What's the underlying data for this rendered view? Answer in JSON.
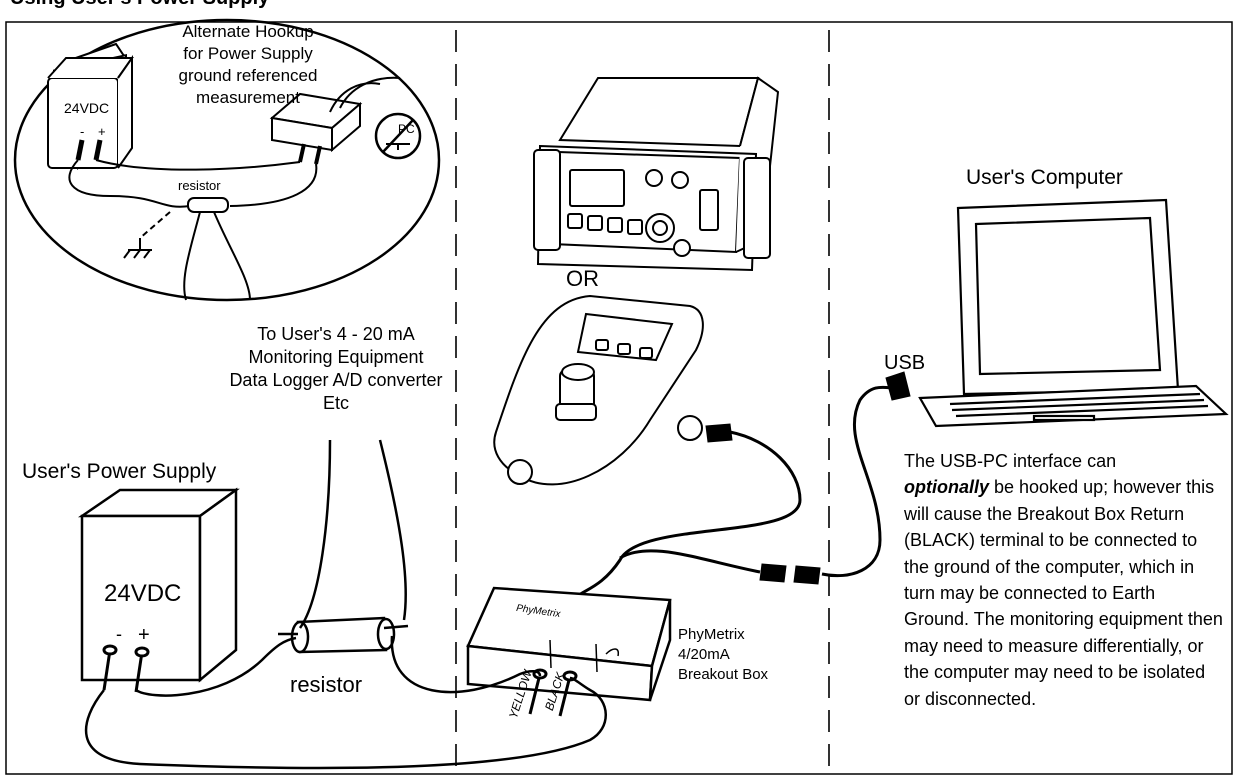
{
  "figure_title": "Using User's Power Supply",
  "inset": {
    "hookup_lines": [
      "Alternate Hookup",
      "for Power Supply",
      "ground referenced",
      "measurement"
    ],
    "power_label": "24VDC",
    "terminal_minus": "-",
    "terminal_plus": "+",
    "resistor_label": "resistor",
    "no_pc_label": "PC"
  },
  "device": {
    "or_label": "OR",
    "breakout_label_lines": [
      "PhyMetrix",
      "4/20mA",
      "Breakout Box"
    ],
    "brand_text": "PhyMetrix",
    "terminal_yellow": "YELLOW",
    "terminal_black": "BLACK"
  },
  "monitoring": {
    "lines": [
      "To User's 4 - 20 mA",
      "Monitoring Equipment",
      "Data Logger A/D converter",
      "Etc"
    ]
  },
  "power_supply": {
    "title": "User's Power Supply",
    "voltage": "24VDC",
    "minus": "-",
    "plus": "+",
    "resistor_label": "resistor"
  },
  "computer": {
    "title": "User's Computer",
    "usb_label": "USB"
  },
  "note": {
    "lead": "The USB-PC interface can",
    "emphasis": "optionally",
    "text": "be hooked up; however this will cause the Breakout Box Return (BLACK) terminal to be connected to the ground of the computer, which in turn may be connected to Earth Ground. The monitoring equipment then may need to measure differentially, or the computer may need to be isolated or disconnected."
  }
}
